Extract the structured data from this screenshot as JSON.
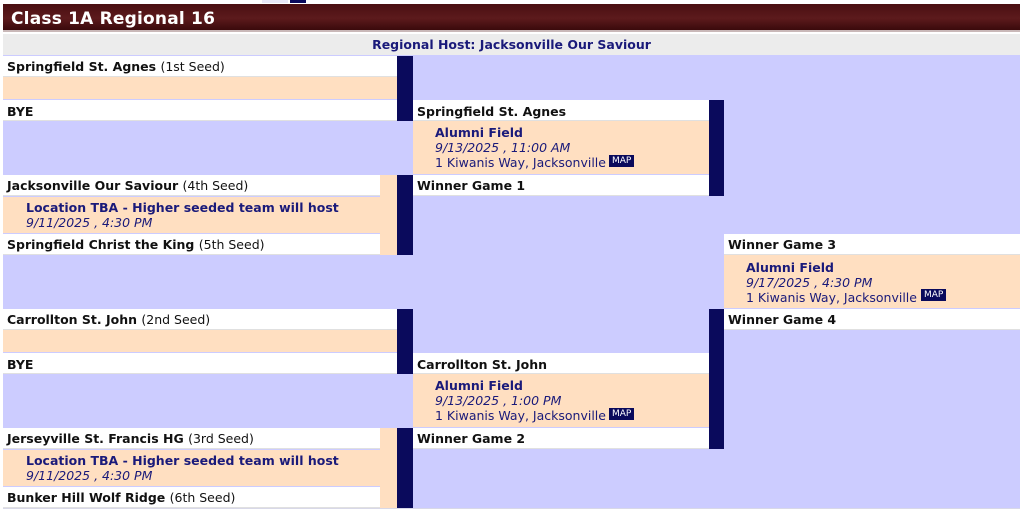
{
  "title": "Class 1A Regional 16",
  "host": "Regional Host: Jacksonville Our Saviour",
  "round1": [
    {
      "team": "Springfield St. Agnes",
      "seed": "(1st Seed)"
    },
    {
      "team": "BYE",
      "seed": ""
    },
    {
      "team": "Jacksonville Our Saviour",
      "seed": "(4th Seed)"
    },
    {
      "team": "Springfield Christ the King",
      "seed": "(5th Seed)"
    },
    {
      "team": "Carrollton St. John",
      "seed": "(2nd Seed)"
    },
    {
      "team": "BYE",
      "seed": ""
    },
    {
      "team": "Jerseyville St. Francis HG",
      "seed": "(3rd Seed)"
    },
    {
      "team": "Bunker Hill Wolf Ridge",
      "seed": "(6th Seed)"
    }
  ],
  "game1": {
    "location": "Location TBA - Higher seeded team will host",
    "datetime": "9/11/2025 , 4:30 PM"
  },
  "game2": {
    "location": "Location TBA - Higher seeded team will host",
    "datetime": "9/11/2025 , 4:30 PM"
  },
  "round2": [
    {
      "team": "Springfield St. Agnes"
    },
    {
      "team": "Winner Game 1"
    },
    {
      "team": "Carrollton St. John"
    },
    {
      "team": "Winner Game 2"
    }
  ],
  "game3": {
    "location": "Alumni Field",
    "datetime": "9/13/2025 , 11:00 AM",
    "address": "1 Kiwanis Way, Jacksonville",
    "map": "MAP"
  },
  "game4": {
    "location": "Alumni Field",
    "datetime": "9/13/2025 , 1:00 PM",
    "address": "1 Kiwanis Way, Jacksonville",
    "map": "MAP"
  },
  "round3": [
    {
      "team": "Winner Game 3"
    },
    {
      "team": "Winner Game 4"
    }
  ],
  "final": {
    "location": "Alumni Field",
    "datetime": "9/17/2025 , 4:30 PM",
    "address": "1 Kiwanis Way, Jacksonville",
    "map": "MAP"
  },
  "colors": {
    "header": "#4a0f12",
    "bracket_bg": "#ccccff",
    "game_bg": "#ffdfc1",
    "connector": "#0a0a5c",
    "link_text": "#1a1a7a"
  }
}
